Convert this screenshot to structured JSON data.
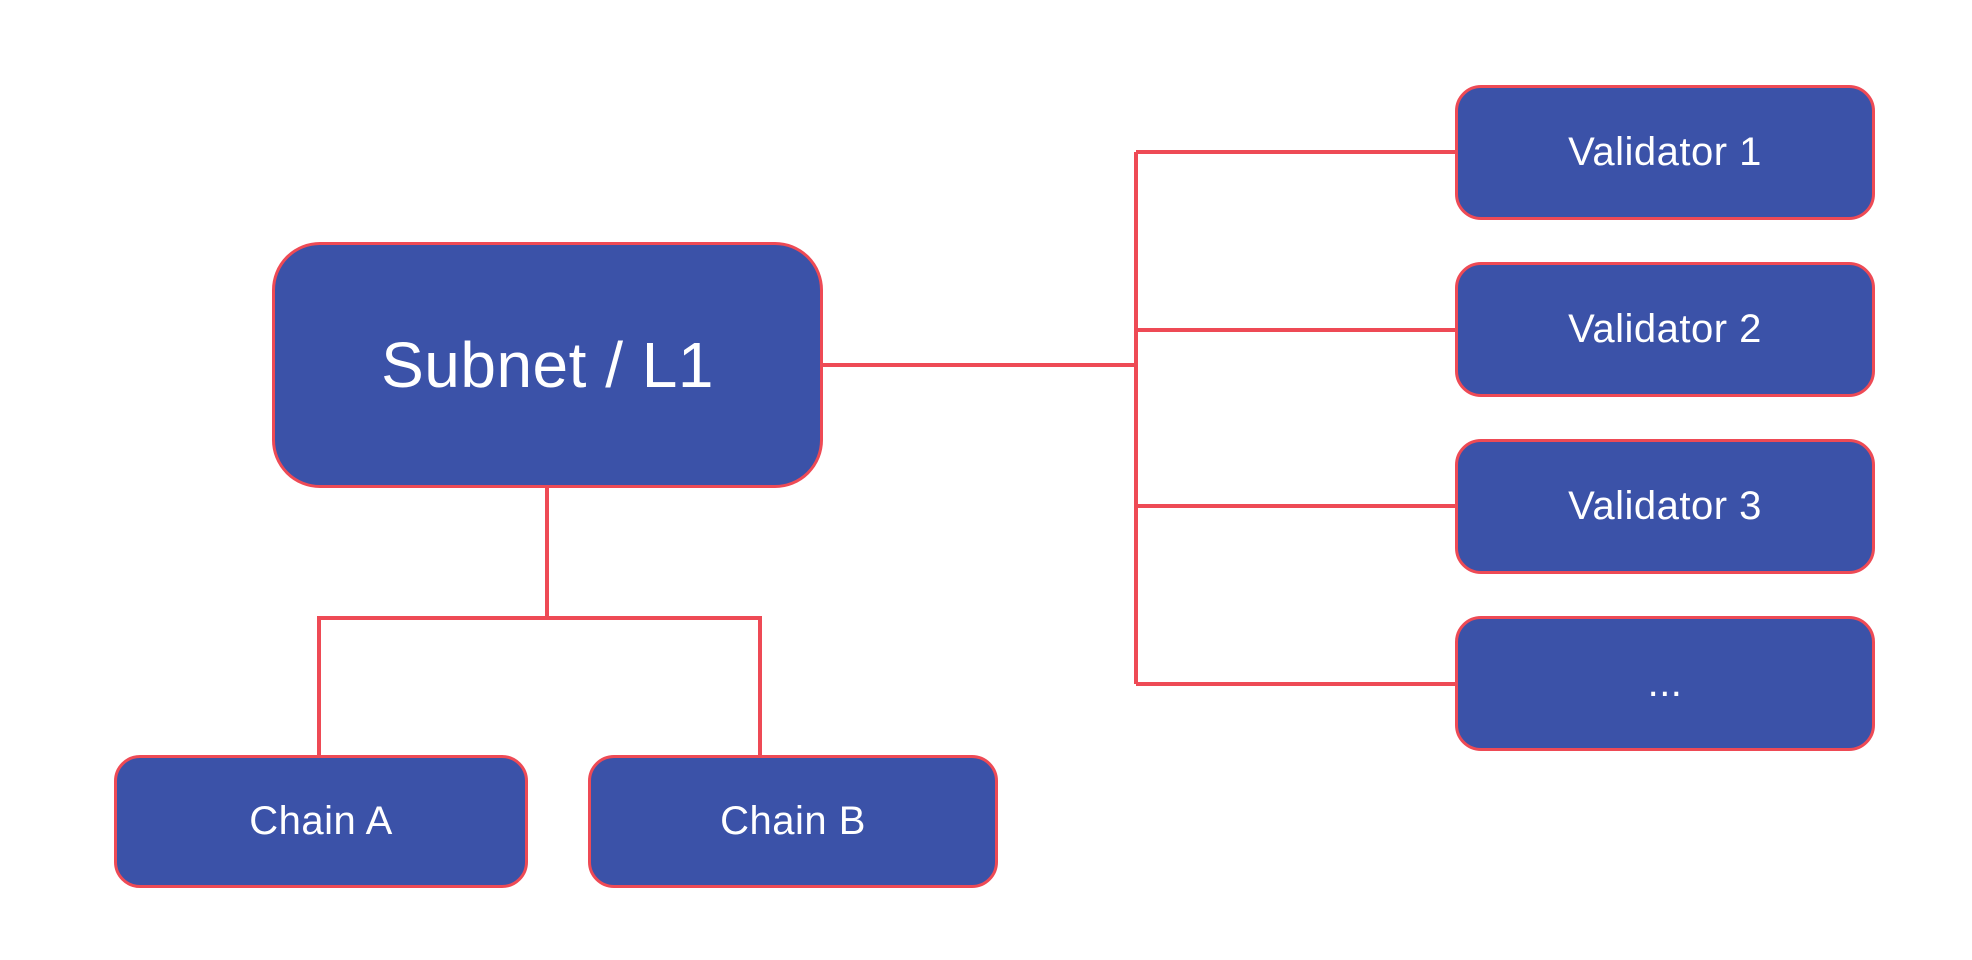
{
  "diagram": {
    "title": "",
    "colors": {
      "node_fill": "#3B52A8",
      "line": "#EE4A55",
      "text": "#FFFFFF",
      "background": "#FFFFFF"
    },
    "nodes": {
      "subnet": {
        "label": "Subnet / L1"
      },
      "chain_a": {
        "label": "Chain A"
      },
      "chain_b": {
        "label": "Chain B"
      },
      "validator_1": {
        "label": "Validator 1"
      },
      "validator_2": {
        "label": "Validator 2"
      },
      "validator_3": {
        "label": "Validator 3"
      },
      "validator_more": {
        "label": "..."
      }
    },
    "edges": [
      {
        "from": "subnet",
        "to": "validator_1"
      },
      {
        "from": "subnet",
        "to": "validator_2"
      },
      {
        "from": "subnet",
        "to": "validator_3"
      },
      {
        "from": "subnet",
        "to": "validator_more"
      },
      {
        "from": "subnet",
        "to": "chain_a"
      },
      {
        "from": "subnet",
        "to": "chain_b"
      }
    ]
  }
}
